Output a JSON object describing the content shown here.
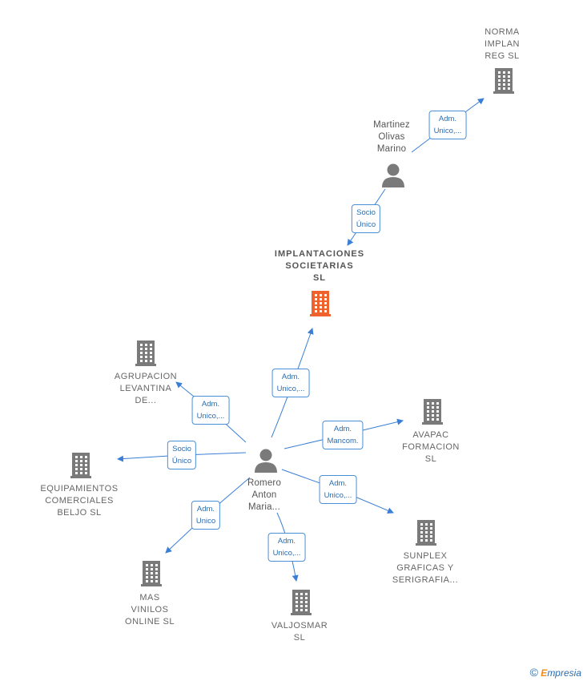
{
  "colors": {
    "company": "#7a7a7a",
    "central_company": "#f0622d",
    "person": "#7a7a7a",
    "edge": "#3a7fd5",
    "edge_label_border": "#4a90d9",
    "edge_label_text": "#2b6cb0"
  },
  "nodes": {
    "central": {
      "label": "IMPLANTACIONES\nSOCIETARIAS\nSL",
      "icon": "building-icon"
    },
    "norma": {
      "label": "NORMA\nIMPLAN\nREG  SL",
      "icon": "building-icon"
    },
    "martinez": {
      "label": "Martinez\nOlivas\nMarino",
      "icon": "person-icon"
    },
    "romero": {
      "label": "Romero\nAnton\nMaria...",
      "icon": "person-icon"
    },
    "agrupacion": {
      "label": "AGRUPACION\nLEVANTINA\nDE...",
      "icon": "building-icon"
    },
    "equipamientos": {
      "label": "EQUIPAMIENTOS\nCOMERCIALES\nBELJO  SL",
      "icon": "building-icon"
    },
    "avapac": {
      "label": "AVAPAC\nFORMACION\nSL",
      "icon": "building-icon"
    },
    "sunplex": {
      "label": "SUNPLEX\nGRAFICAS Y\nSERIGRAFIA...",
      "icon": "building-icon"
    },
    "mas_vinilos": {
      "label": "MAS\nVINILOS\nONLINE  SL",
      "icon": "building-icon"
    },
    "valjosmar": {
      "label": "VALJOSMAR\nSL",
      "icon": "building-icon"
    }
  },
  "edges": {
    "martinez_norma": "Adm.\nUnico,...",
    "martinez_central": "Socio\nÚnico",
    "romero_central": "Adm.\nUnico,...",
    "romero_agrupacion": "Adm.\nUnico,...",
    "romero_equipamientos": "Socio\nÚnico",
    "romero_avapac": "Adm.\nMancom.",
    "romero_sunplex": "Adm.\nUnico,...",
    "romero_mas_vinilos": "Adm.\nUnico",
    "romero_valjosmar": "Adm.\nUnico,..."
  },
  "footer": {
    "copyright": "©",
    "brand_initial": "E",
    "brand_rest": "mpresia"
  }
}
